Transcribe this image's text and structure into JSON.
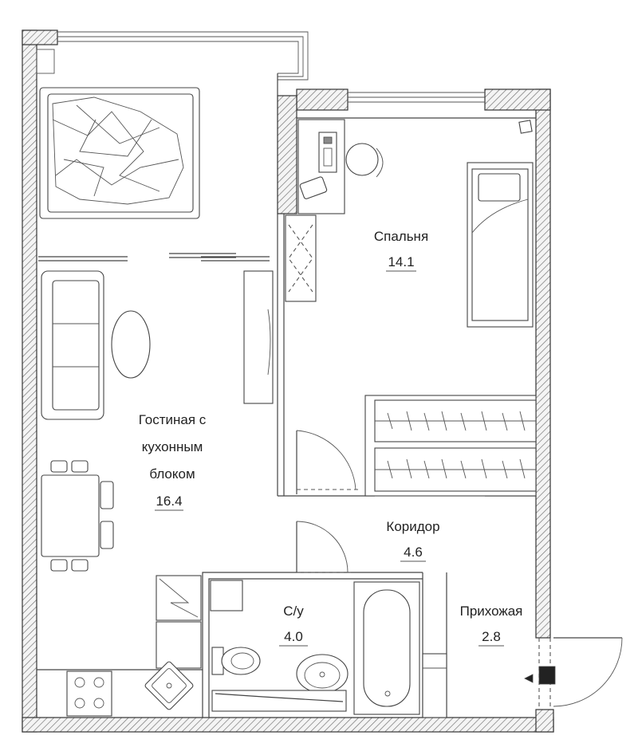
{
  "rooms": {
    "living": {
      "name_line1": "Гостиная с",
      "name_line2": "кухонным",
      "name_line3": "блоком",
      "area": "16.4"
    },
    "bedroom": {
      "name": "Спальня",
      "area": "14.1"
    },
    "corridor": {
      "name": "Коридор",
      "area": "4.6"
    },
    "bathroom": {
      "name": "С/у",
      "area": "4.0"
    },
    "hallway": {
      "name": "Прихожая",
      "area": "2.8"
    }
  }
}
